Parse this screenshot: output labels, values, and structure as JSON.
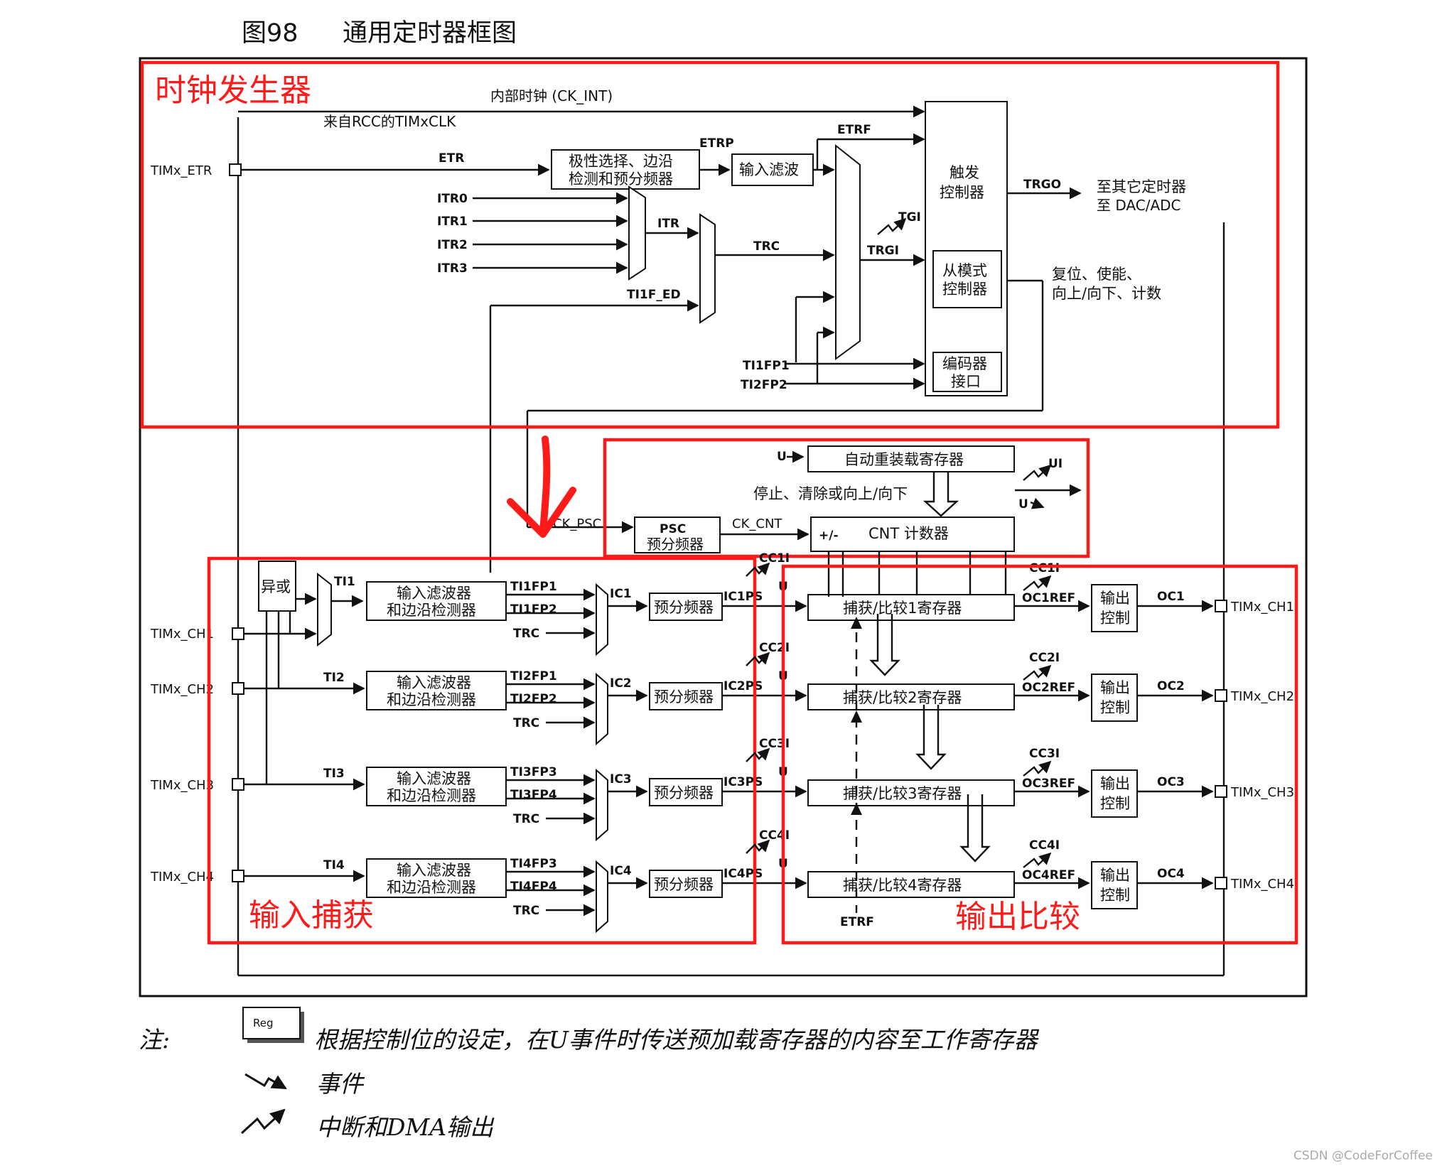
{
  "figure": {
    "number": "图98",
    "title": "通用定时器框图"
  },
  "regions": {
    "clock": "时钟发生器",
    "input": "输入捕获",
    "output": "输出比较"
  },
  "pins": {
    "etr": "TIMx_ETR",
    "ch1": "TIMx_CH1",
    "ch2": "TIMx_CH2",
    "ch3": "TIMx_CH3",
    "ch4": "TIMx_CH4"
  },
  "clock": {
    "internal": "内部时钟 (CK_INT)",
    "rcc": "来自RCC的TIMxCLK",
    "etr": "ETR",
    "etrp": "ETRP",
    "etrf": "ETRF",
    "polarity1": "极性选择、边沿",
    "polarity2": "检测和预分频器",
    "filter": "输入滤波",
    "itr0": "ITR0",
    "itr1": "ITR1",
    "itr2": "ITR2",
    "itr3": "ITR3",
    "itr": "ITR",
    "trc": "TRC",
    "ti1f_ed": "TI1F_ED",
    "tgi": "TGI",
    "trgi": "TRGI",
    "trgo": "TRGO",
    "trigger1": "触发",
    "trigger2": "控制器",
    "slave1": "从模式",
    "slave2": "控制器",
    "encoder1": "编码器",
    "encoder2": "接口",
    "ti1fp1": "TI1FP1",
    "ti2fp2": "TI2FP2",
    "to_other1": "至其它定时器",
    "to_other2": "至 DAC/ADC",
    "reset1": "复位、使能、",
    "reset2": "向上/向下、计数"
  },
  "timebase": {
    "arr": "自动重装载寄存器",
    "u": "U",
    "ui": "UI",
    "stop": "停止、清除或向上/向下",
    "ck_psc": "CK_PSC",
    "psc": "PSC",
    "psc_cn": "预分频器",
    "ck_cnt": "CK_CNT",
    "pm": "+/-",
    "cnt": "CNT 计数器"
  },
  "input": {
    "xor": "异或",
    "filter1": "输入滤波器",
    "filter2": "和边沿检测器",
    "prescaler": "预分频器",
    "ti": [
      "TI1",
      "TI2",
      "TI3",
      "TI4"
    ],
    "fp_a": [
      "TI1FP1",
      "TI2FP1",
      "TI3FP3",
      "TI4FP3"
    ],
    "fp_b": [
      "TI1FP2",
      "TI2FP2",
      "TI3FP4",
      "TI4FP4"
    ],
    "trc": "TRC",
    "ic": [
      "IC1",
      "IC2",
      "IC3",
      "IC4"
    ],
    "icps": [
      "IC1PS",
      "IC2PS",
      "IC3PS",
      "IC4PS"
    ]
  },
  "output": {
    "ccr": [
      "捕获/比较1寄存器",
      "捕获/比较2寄存器",
      "捕获/比较3寄存器",
      "捕获/比较4寄存器"
    ],
    "cci": [
      "CC1I",
      "CC2I",
      "CC3I",
      "CC4I"
    ],
    "ocref": [
      "OC1REF",
      "OC2REF",
      "OC3REF",
      "OC4REF"
    ],
    "ctrl1": "输出",
    "ctrl2": "控制",
    "oc": [
      "OC1",
      "OC2",
      "OC3",
      "OC4"
    ],
    "etrf": "ETRF",
    "u": "U"
  },
  "notes": {
    "prefix": "注:",
    "reg": "Reg",
    "reg_desc": "根据控制位的设定，在U事件时传送预加载寄存器的内容至工作寄存器",
    "event": "事件",
    "irq": "中断和DMA输出"
  },
  "watermark": "CSDN @CodeForCoffee",
  "colors": {
    "annotation": "#ff1a1a",
    "line": "#111111"
  }
}
